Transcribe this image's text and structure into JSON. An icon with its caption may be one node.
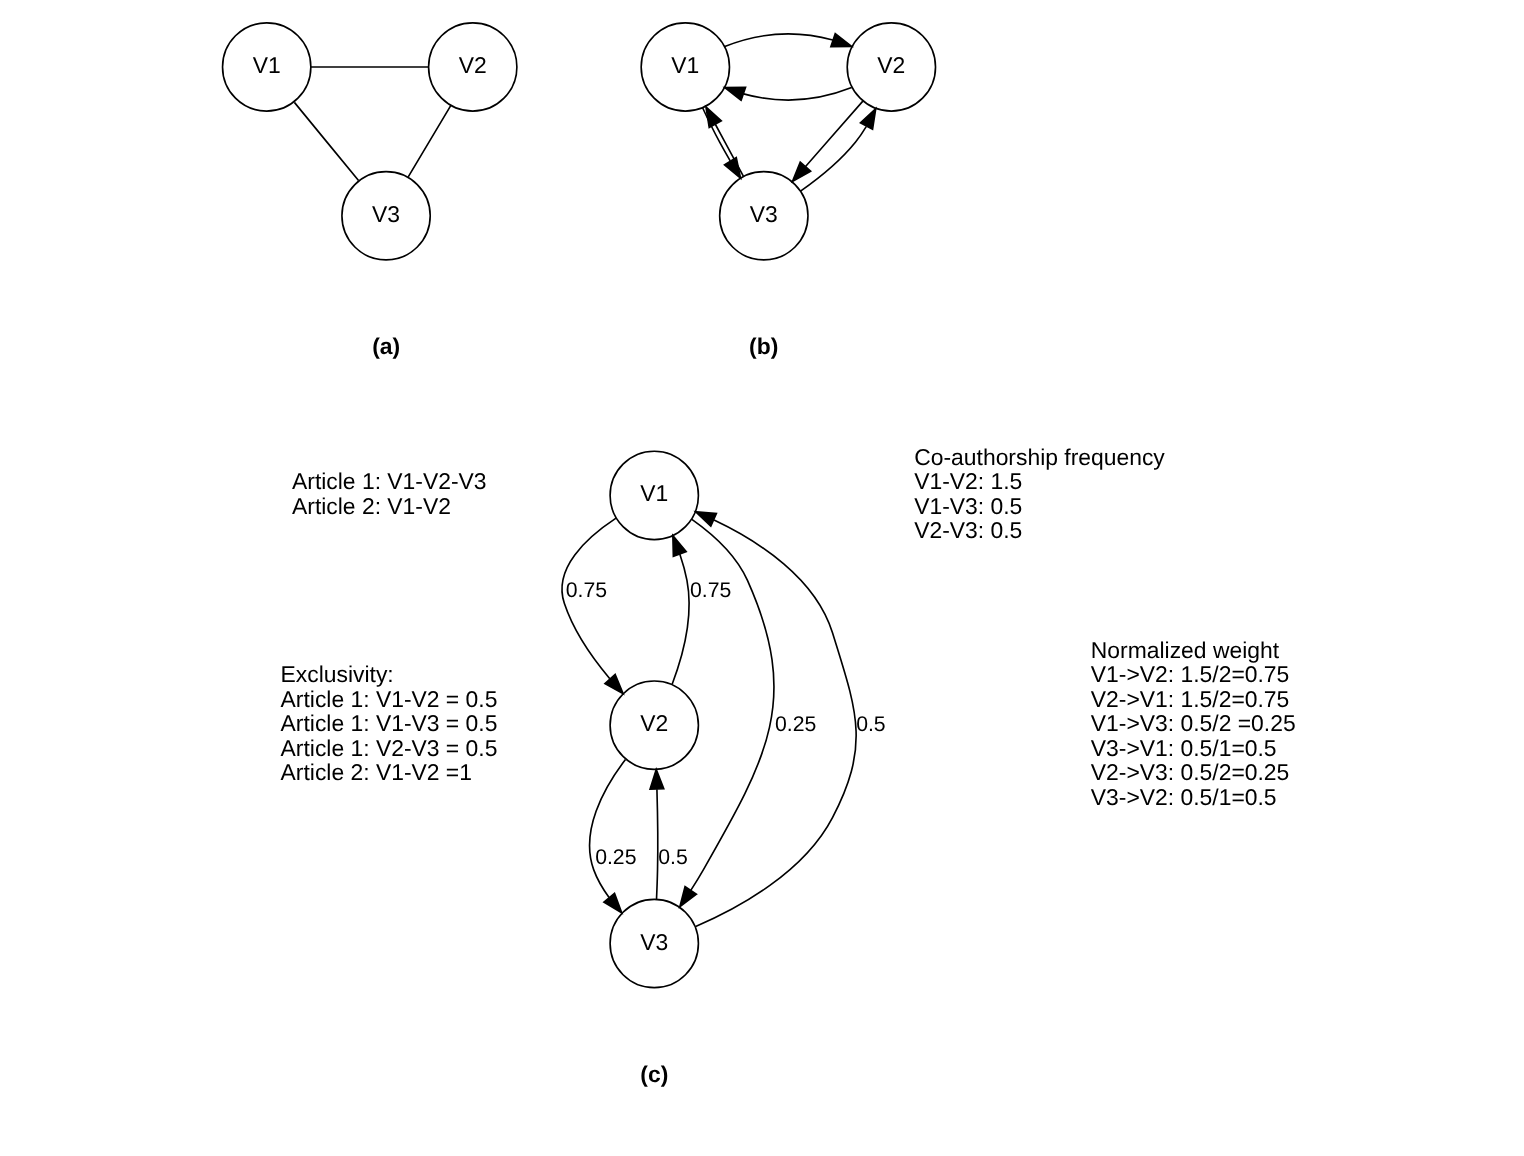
{
  "diagram": {
    "nodes": [
      {
        "text": [
          "V1"
        ]
      },
      {
        "text": [
          "V2"
        ]
      },
      {
        "text": [
          "V3"
        ]
      },
      {
        "text": [
          "V1"
        ]
      },
      {
        "text": [
          "V2"
        ]
      },
      {
        "text": [
          "V3"
        ]
      },
      {
        "text": [
          "V1"
        ]
      },
      {
        "text": [
          "V2"
        ]
      },
      {
        "text": [
          "V3"
        ]
      }
    ],
    "edges": [
      {
        "from": 0,
        "to": 1,
        "arrow": "none"
      },
      {
        "from": 0,
        "to": 2,
        "arrow": "none"
      },
      {
        "from": 1,
        "to": 2,
        "arrow": "none"
      },
      {
        "from": 4,
        "to": 3,
        "arrow": "to"
      },
      {
        "from": 3,
        "to": 4,
        "arrow": "to"
      },
      {
        "from": 5,
        "to": 3,
        "arrow": "to"
      },
      {
        "from": 4,
        "to": 5,
        "arrow": "to"
      },
      {
        "from": 3,
        "to": 5,
        "arrow": "to"
      },
      {
        "from": 5,
        "to": 4,
        "arrow": "to"
      },
      {
        "from": 6,
        "to": 7,
        "arrow": "to",
        "label": "0.75"
      },
      {
        "from": 7,
        "to": 6,
        "arrow": "to",
        "label": "0.75"
      },
      {
        "from": 6,
        "to": 8,
        "arrow": "to",
        "label": "0.25"
      },
      {
        "from": 8,
        "to": 6,
        "arrow": "to",
        "label": "0.5"
      },
      {
        "from": 7,
        "to": 8,
        "arrow": "to",
        "label": "0.25"
      },
      {
        "from": 8,
        "to": 7,
        "arrow": "to",
        "label": "0.5"
      }
    ],
    "labels": [
      "(a)",
      "(b)",
      "Article 1: V1-V2-V3",
      "Article 2: V1-V2",
      "Exclusivity:",
      "Article 1: V1-V2 = 0.5",
      "Article 1: V1-V3 = 0.5",
      "Article 1: V2-V3 = 0.5",
      "Article 2: V1-V2 =1",
      "Co-authorship frequency",
      "V1-V2: 1.5",
      "V1-V3: 0.5",
      "V2-V3: 0.5",
      "Normalized weight",
      "V1->V2: 1.5/2=0.75",
      "V2->V1: 1.5/2=0.75",
      "V1->V3: 0.5/2 =0.25",
      "V3->V1: 0.5/1=0.5",
      "V2->V3: 0.5/2=0.25",
      "V3->V2: 0.5/1=0.5",
      "(c)"
    ]
  }
}
